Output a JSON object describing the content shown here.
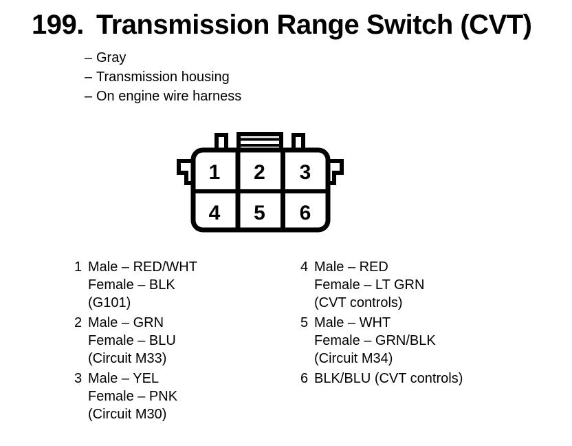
{
  "title": {
    "number": "199.",
    "text": "Transmission Range Switch (CVT)"
  },
  "notes": [
    {
      "bullet": "–",
      "text": "Gray"
    },
    {
      "bullet": "–",
      "text": "Transmission housing"
    },
    {
      "bullet": "–",
      "text": "On engine wire harness"
    }
  ],
  "connector": {
    "type": "6-pin connector, face view",
    "cells": [
      "1",
      "2",
      "3",
      "4",
      "5",
      "6"
    ],
    "outline_color": "#000000",
    "fill_color": "#ffffff"
  },
  "pin_list": {
    "left": [
      {
        "number": "1",
        "lines": [
          "Male – RED/WHT",
          "Female – BLK",
          "(G101)"
        ]
      },
      {
        "number": "2",
        "lines": [
          "Male – GRN",
          "Female – BLU",
          "(Circuit M33)"
        ]
      },
      {
        "number": "3",
        "lines": [
          "Male – YEL",
          "Female – PNK",
          "(Circuit M30)"
        ]
      }
    ],
    "right": [
      {
        "number": "4",
        "lines": [
          "Male – RED",
          "Female – LT GRN",
          "(CVT controls)"
        ]
      },
      {
        "number": "5",
        "lines": [
          "Male – WHT",
          "Female – GRN/BLK",
          "(Circuit M34)"
        ]
      },
      {
        "number": "6",
        "lines": [
          "BLK/BLU (CVT controls)"
        ]
      }
    ]
  }
}
